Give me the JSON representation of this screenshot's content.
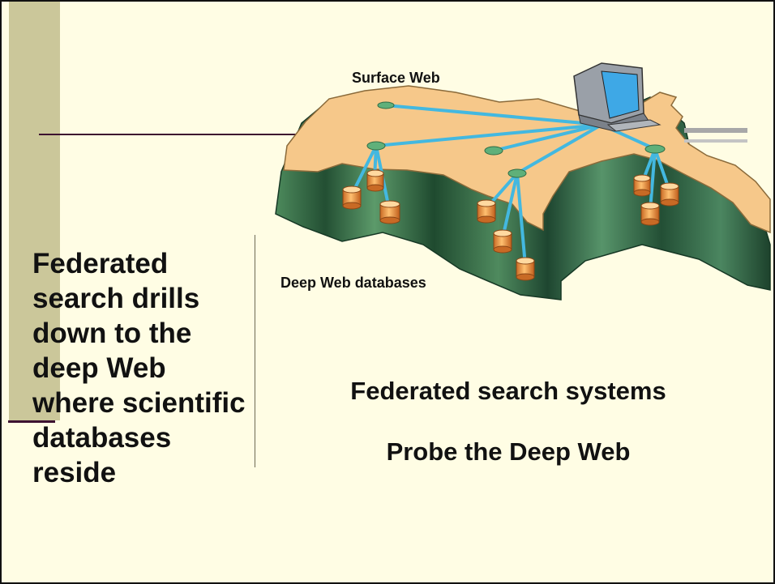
{
  "slide": {
    "left_text": "Federated search drills down to the deep Web where scientific databases reside",
    "caption_line1": "Federated search systems",
    "caption_line2": "Probe the Deep Web"
  },
  "illustration": {
    "label_surface": "Surface Web",
    "label_deep": "Deep Web databases",
    "icons": [
      "computer-monitor-icon",
      "keyboard-icon",
      "database-cylinder-icon"
    ]
  },
  "colors": {
    "background": "#fffde4",
    "accent_bar": "#cbc79a",
    "rule_line": "#3d1230",
    "land_top": "#f6c88a",
    "land_side": "#2f6b44",
    "link_line": "#43b8e0",
    "database": "#f0a050"
  }
}
